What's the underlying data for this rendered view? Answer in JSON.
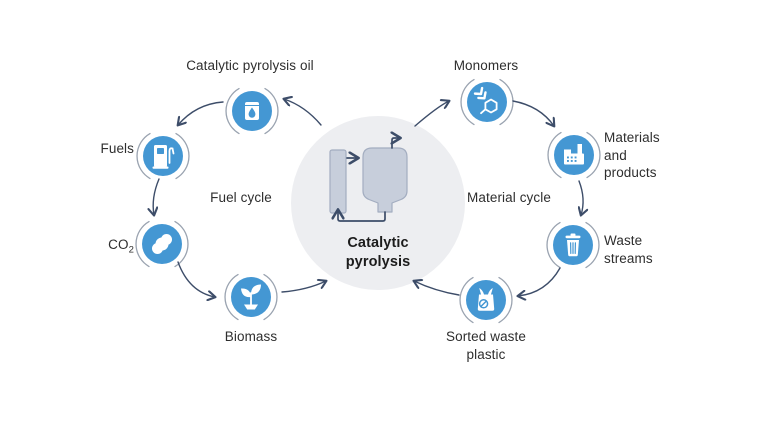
{
  "figure": {
    "center": {
      "label": "Catalytic pyrolysis",
      "icon": "pyrolysis-reactor-icon"
    },
    "fuel_cycle": {
      "label": "Fuel cycle",
      "nodes": {
        "oil": {
          "label": "Catalytic pyrolysis oil",
          "icon": "oil-barrel-icon"
        },
        "fuels": {
          "label": "Fuels",
          "icon": "fuel-pump-icon"
        },
        "co2": {
          "label_base": "CO",
          "label_sub": "2",
          "icon": "co2-molecule-icon"
        },
        "biomass": {
          "label": "Biomass",
          "icon": "plant-sprout-icon"
        }
      },
      "flow": [
        "Catalytic pyrolysis",
        "Catalytic pyrolysis oil",
        "Fuels",
        "CO2",
        "Biomass",
        "Catalytic pyrolysis"
      ]
    },
    "material_cycle": {
      "label": "Material cycle",
      "nodes": {
        "monomers": {
          "label": "Monomers",
          "icon": "molecule-icon"
        },
        "materials": {
          "label": "Materials and products",
          "icon": "factory-icon"
        },
        "waste": {
          "label": "Waste streams",
          "icon": "trash-bin-icon"
        },
        "sorted": {
          "label": "Sorted waste plastic",
          "icon": "plastic-bag-icon"
        }
      },
      "flow": [
        "Catalytic pyrolysis",
        "Monomers",
        "Materials and products",
        "Waste streams",
        "Sorted waste plastic",
        "Catalytic pyrolysis"
      ]
    },
    "colors": {
      "icon_blue": "#4497d3",
      "glyph_white": "#ffffff",
      "arrow": "#3d4d69",
      "arc_ring": "#9aa3b0",
      "center_circle_bg": "#edeef1",
      "reactor_fill": "#c7cedb",
      "reactor_stroke": "#a3adc0",
      "text": "#2e2e2e"
    }
  }
}
